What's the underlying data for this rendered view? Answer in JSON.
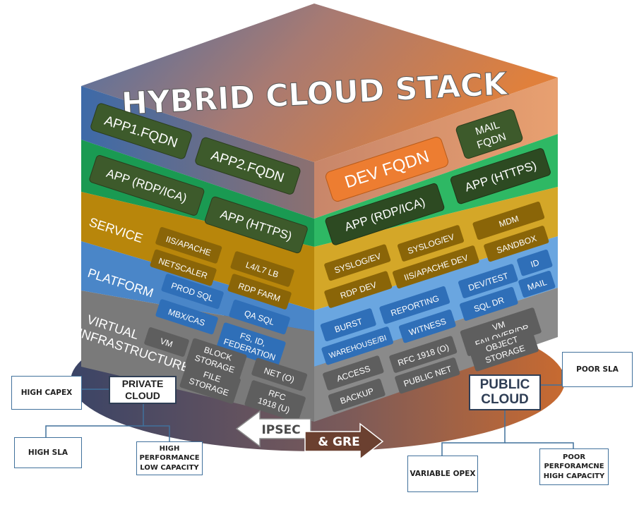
{
  "title": "HYBRID CLOUD STACK",
  "left_face": {
    "apps": [
      "APP1.FQDN",
      "APP2.FQDN"
    ],
    "app_layer": [
      "APP (RDP/ICA)",
      "APP (HTTPS)"
    ],
    "service": {
      "label": "SERVICE",
      "items": [
        "IIS/APACHE",
        "NETSCALER",
        "L4/L7 LB",
        "RDP FARM"
      ]
    },
    "platform": {
      "label": "PLATFORM",
      "items": [
        "PROD SQL",
        "MBX/CAS",
        "QA SQL",
        "FS, ID,",
        "FEDERATION"
      ]
    },
    "infra": {
      "label_lines": [
        "VIRTUAL",
        "INFRASTRUCTURE"
      ],
      "items": [
        "VM",
        "BLOCK",
        "STORAGE",
        "FILE",
        "STORAGE",
        "NET (O)",
        "RFC",
        "1918 (U)"
      ]
    }
  },
  "right_face": {
    "top": [
      "DEV FQDN",
      "MAIL",
      "FQDN"
    ],
    "app_layer": [
      "APP (RDP/ICA)",
      "APP (HTTPS)"
    ],
    "service_items": [
      "SYSLOG/EV",
      "SYSLOG/EV",
      "MDM",
      "RDP DEV",
      "IIS/APACHE DEV",
      "SANDBOX"
    ],
    "platform_items": [
      "BURST",
      "REPORTING",
      "DEV/TEST",
      "ID",
      "WAREHOUSE/BI",
      "WITNESS",
      "SQL DR",
      "MAIL"
    ],
    "infra_items": [
      "VM",
      "FAILOVER/DR",
      "ACCESS",
      "RFC 1918 (O)",
      "OBJECT",
      "STORAGE",
      "BACKUP",
      "PUBLIC NET"
    ]
  },
  "private_cloud": {
    "lines": [
      "PRIVATE",
      "CLOUD"
    ]
  },
  "public_cloud": {
    "lines": [
      "PUBLIC",
      "CLOUD"
    ]
  },
  "tunnel": {
    "left": "IPSEC",
    "right": "& GRE"
  },
  "callouts": {
    "high_capex": "HIGH CAPEX",
    "high_sla": "HIGH SLA",
    "high_perf": [
      "HIGH",
      "PERFORMANCE",
      "LOW CAPACITY"
    ],
    "poor_sla": "POOR SLA",
    "variable_opex": "VARIABLE OPEX",
    "poor_perf": [
      "POOR",
      "PERFORAMCNE",
      "HIGH CAPACITY"
    ]
  },
  "colors": {
    "app_dark_green": "#3d5a2b",
    "layer_green": "#1a9a52",
    "service_gold": "#b8860b",
    "platform_blue": "#4a86c8",
    "infra_gray": "#7a7a7a",
    "dev_orange": "#ed7d31",
    "callout_border": "#41719c"
  }
}
